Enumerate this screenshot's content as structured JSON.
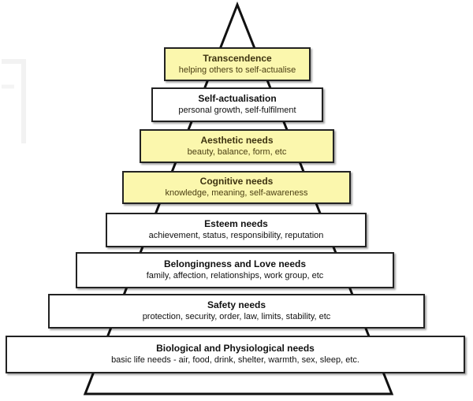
{
  "diagram": {
    "levels": [
      {
        "title": "Transcendence",
        "description": "helping others to self-actualise",
        "highlighted": true
      },
      {
        "title": "Self-actualisation",
        "description": "personal growth, self-fulfilment",
        "highlighted": false
      },
      {
        "title": "Aesthetic needs",
        "description": "beauty, balance, form, etc",
        "highlighted": true
      },
      {
        "title": "Cognitive needs",
        "description": "knowledge, meaning, self-awareness",
        "highlighted": true
      },
      {
        "title": "Esteem needs",
        "description": "achievement, status, responsibility, reputation",
        "highlighted": false
      },
      {
        "title": "Belongingness and Love needs",
        "description": "family, affection, relationships, work group, etc",
        "highlighted": false
      },
      {
        "title": "Safety needs",
        "description": "protection, security, order, law, limits, stability, etc",
        "highlighted": false
      },
      {
        "title": "Biological and Physiological needs",
        "description": "basic life needs - air, food, drink, shelter, warmth, sex, sleep, etc.",
        "highlighted": false
      }
    ],
    "colors": {
      "highlight_fill": "#fbf7ad",
      "plain_fill": "#ffffff",
      "outline": "#222222"
    }
  }
}
